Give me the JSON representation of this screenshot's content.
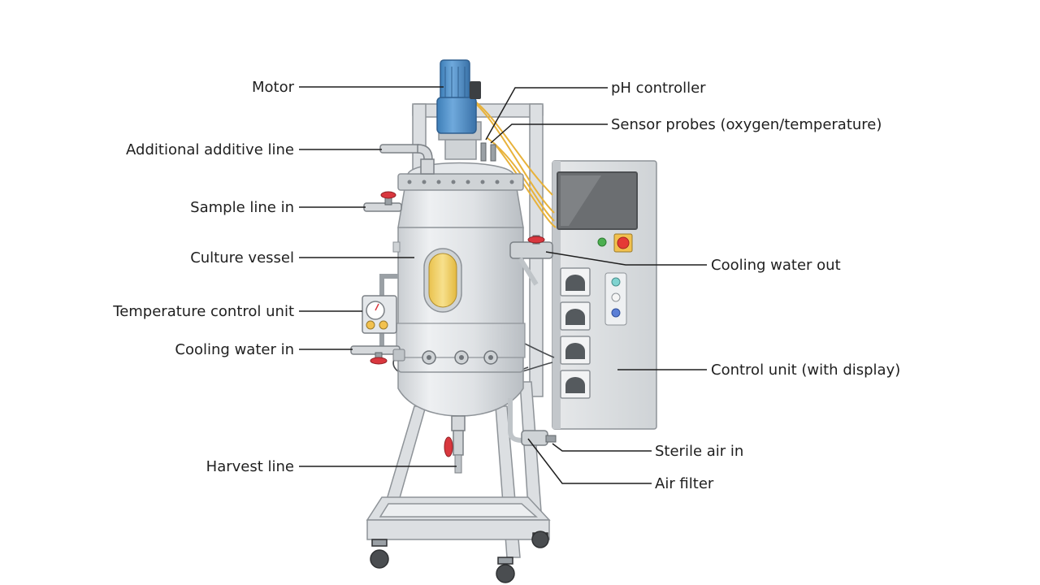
{
  "labels": {
    "motor": "Motor",
    "additive_line": "Additional additive line",
    "sample_line": "Sample line in",
    "culture_vessel": "Culture vessel",
    "temp_control": "Temperature control unit",
    "cooling_in": "Cooling water in",
    "harvest_line": "Harvest line",
    "ph_controller": "pH controller",
    "sensor_probes": "Sensor probes (oxygen/temperature)",
    "cooling_out": "Cooling water out",
    "control_unit": "Control unit (with display)",
    "sterile_air": "Sterile air in",
    "air_filter": "Air filter"
  },
  "colors": {
    "motor": "#5b9bd5",
    "vessel": "#dfe2e5",
    "frame": "#d5d8db",
    "valve": "#d9373e",
    "sight_glass": "#f2d16b",
    "wire": "#e8b23a",
    "display": "#6b6e71",
    "stop_button": "#e53935",
    "green_button": "#4caf50"
  }
}
